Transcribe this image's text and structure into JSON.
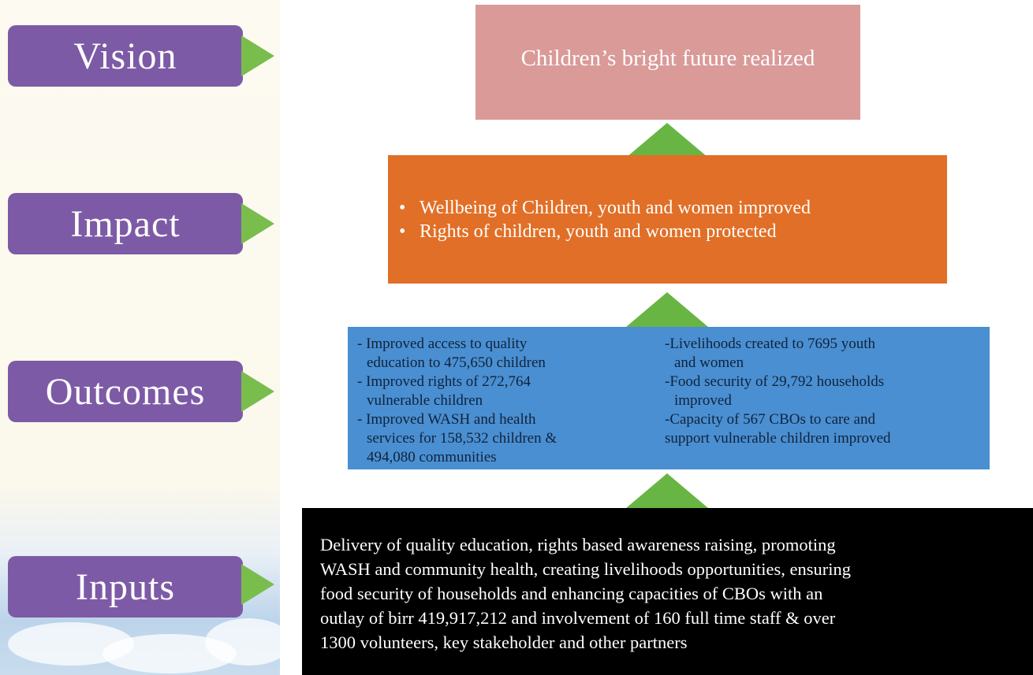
{
  "stages": {
    "vision": "Vision",
    "impact": "Impact",
    "outcomes": "Outcomes",
    "inputs": "Inputs"
  },
  "vision_box": {
    "text": "Children’s bright future realized"
  },
  "impact_box": {
    "items": [
      "Wellbeing of Children, youth and women improved",
      "Rights of children, youth and women protected"
    ]
  },
  "outcomes_box": {
    "left": [
      [
        "- Improved access to quality",
        "education to 475,650 children"
      ],
      [
        "- Improved rights of 272,764",
        "vulnerable children"
      ],
      [
        "- Improved WASH and health",
        "services for 158,532 children &",
        "494,080 communities"
      ]
    ],
    "right": [
      [
        "-Livelihoods created to 7695 youth",
        "and women"
      ],
      [
        "-Food security of 29,792 households",
        "improved"
      ],
      [
        "-Capacity of 567 CBOs to care and",
        "support vulnerable children improved"
      ]
    ]
  },
  "inputs_box": {
    "lines": [
      "Delivery of quality education, rights based awareness raising, promoting",
      "WASH and community health, creating livelihoods opportunities, ensuring",
      "food security of households and enhancing capacities of CBOs with an",
      "outlay of birr 419,917,212  and involvement of 160 full time staff & over",
      "1300 volunteers, key stakeholder and other partners"
    ]
  },
  "colors": {
    "label_purple": "#7d5aa6",
    "arrow_green": "#79bd4d",
    "vision_pink": "#d99a98",
    "impact_orange": "#e16f27",
    "outcomes_blue": "#4a8fd1",
    "inputs_black": "#000000"
  }
}
